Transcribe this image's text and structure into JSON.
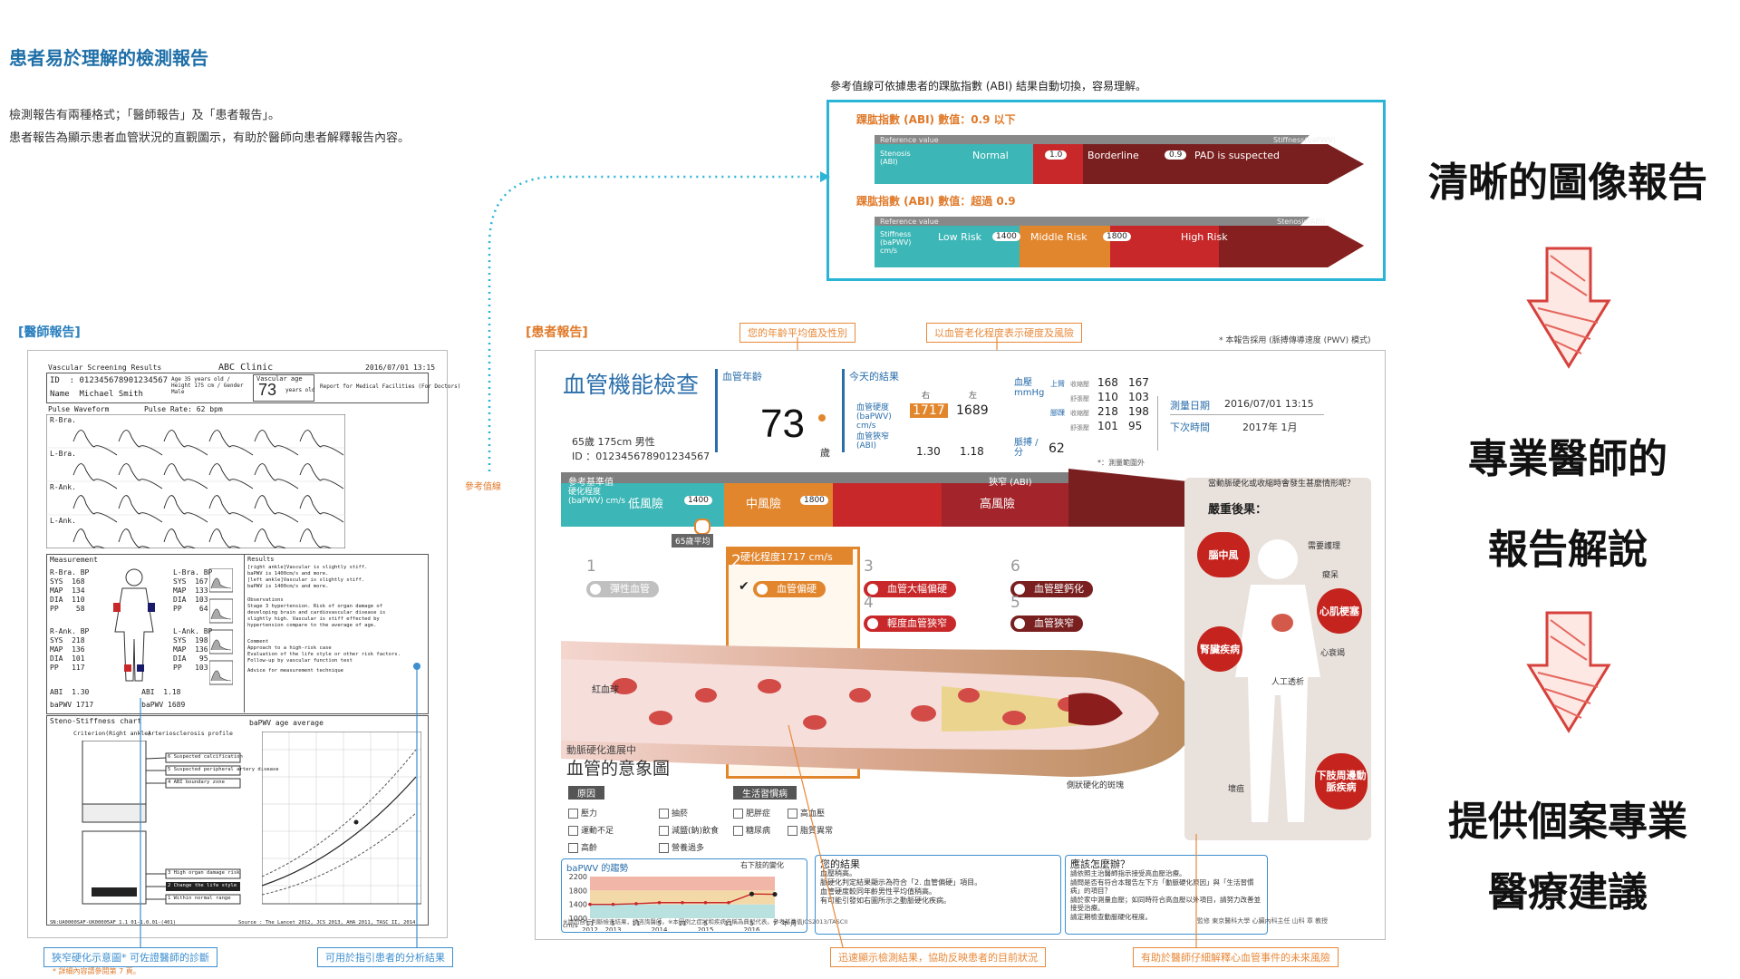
{
  "page": {
    "title": "患者易於理解的檢測報告",
    "intro_line1": "檢測報告有兩種格式；「醫師報告」及「患者報告」。",
    "intro_line2": "患者報告為顯示患者血管狀況的直觀圖示，有助於醫師向患者解釋報告內容。"
  },
  "abi_panel": {
    "caption": "參考值線可依據患者的踝肱指數 (ABI) 結果自動切換，容易理解。",
    "low_heading": "踝肱指數 (ABI) 數值：0.9 以下",
    "low_ref": "Reference value",
    "low_ref_right": "Stiffness(baPWV)",
    "low_metric": "Stenosis (ABI)",
    "low_zones": [
      "Normal",
      "Borderline",
      "PAD is suspected"
    ],
    "low_cuts": [
      "1.0",
      "0.9"
    ],
    "high_heading": "踝肱指數 (ABI) 數值：超過 0.9",
    "high_ref": "Reference value",
    "high_ref_right": "Stenosis(ABI)",
    "high_metric": "Stiffness (baPWV) cm/s",
    "high_zones": [
      "Low Risk",
      "Middle Risk",
      "High Risk"
    ],
    "high_cuts": [
      "1400",
      "1800"
    ]
  },
  "headlines": {
    "h1": "清晰的圖像報告",
    "h2a": "專業醫師的",
    "h2b": "報告解說",
    "h3a": "提供個案專業",
    "h3b": "醫療建議"
  },
  "labels": {
    "doctor_report": "[醫師報告]",
    "patient_report": "[患者報告]",
    "ref_line": "參考值線",
    "footnote_pwv": "* 本報告採用 (脈搏傳導速度 (PWV) 模式)",
    "small_note": "* 詳細內容請參閱第 7 頁。"
  },
  "callouts": {
    "age_avg": "您的年齡平均值及性別",
    "aging": "以血管老化程度表示硬度及風險",
    "quick": "迅速顯示檢測結果，協助反映患者的目前狀況",
    "future": "有助於醫師仔細解釋心血管事件的未來風險",
    "narrowing": "狹窄硬化示意圖* 可佐證醫師的診斷",
    "guide": "可用於指引患者的分析結果"
  },
  "doctor": {
    "header_left": "Vascular Screening Results",
    "clinic": "ABC Clinic",
    "datetime": "2016/07/01 13:15",
    "id_line": "ID  : 012345678901234567",
    "name_line": "Name  Michael Smith",
    "age_line": "Age 35 years old / Height 175 cm / Gender Male",
    "vascular_age_label": "Vascular age",
    "vascular_age": "73",
    "vascular_age_unit": "years old",
    "report_for": "Report for Medical Facilities (For Doctors)",
    "pulse_label": "Pulse Waveform        Pulse Rate: 62 bpm",
    "wave_labels": [
      "R-Bra.",
      "L-Bra.",
      "R-Ank.",
      "L-Ank."
    ],
    "measurement": "Measurement",
    "rbra": "R-Bra. BP\nSYS  168\nMAP  134\nDIA  110\nPP    58",
    "lbra": "L-Bra. BP\nSYS  167\nMAP  133\nDIA  103\nPP    64",
    "rank": "R-Ank. BP\nSYS  218\nMAP  136\nDIA  101\nPP   117",
    "lank": "L-Ank. BP\nSYS  198\nMAP  136\nDIA   95\nPP   103",
    "abi": "ABI  1.30            ABI  1.18",
    "pwv": "baPWV 1717           baPWV 1689",
    "results_title": "Results",
    "results_text": "[right ankle]Vascular is slightly stiff.\nbaPWV is 1400cm/s and more.\n[left ankle]Vascular is slightly stiff.\nbaPWV is 1400cm/s and more.",
    "observations": "Observations\nStage 3 hypertension. Risk of organ damage of\ndeveloping brain and cardiovascular disease is\nslightly high. Vascular is stiff effected by\nhypertension compare to the average of age.",
    "comment": "Comment\nApproach to a high-risk case\nEvaluation of the life style or other risk factors.\nFollow-up by vascular function test",
    "advice": "Advice for measurement technique",
    "steno_chart": "Steno-Stiffness chart",
    "criterion": "Criterion(Right ankle)",
    "profile": "Arteriosclerosis profile",
    "profile_items": [
      "6 Suspected calcification",
      "5 Suspected peripheral artery disease",
      "4 ABI boundary zone",
      "3 High organ damage risk",
      "2 Change the life style",
      "1 Within normal range"
    ],
    "pwv_age": "baPWV age average",
    "source": "Source : The Lancet 2012, JCS 2013, AHA 2011, TASC II, 2014"
  },
  "patient": {
    "title": "血管機能檢查",
    "demo": "65歲 175cm 男性",
    "id": "ID ：012345678901234567",
    "vascular_age_label": "血管年齡",
    "vascular_age": "73",
    "vascular_age_unit": "歲",
    "results_label": "今天的結果",
    "right": "右",
    "left": "左",
    "pwv_label": "血管硬度 (baPWV) cm/s",
    "pwv_right": "1717",
    "pwv_left": "1689",
    "abi_label": "血管狹窄 (ABI)",
    "abi_right": "1.30",
    "abi_left": "1.18",
    "bp_label": "血壓 mmHg",
    "bp_rows": [
      {
        "site": "上臂",
        "kind": "收縮壓",
        "r": "168",
        "l": "167"
      },
      {
        "site": "",
        "kind": "舒張壓",
        "r": "110",
        "l": "103"
      },
      {
        "site": "腳踝",
        "kind": "收縮壓",
        "r": "218",
        "l": "198"
      },
      {
        "site": "",
        "kind": "舒張壓",
        "r": "101",
        "l": "95"
      }
    ],
    "pulse_label": "脈搏 / 分",
    "pulse": "62",
    "measured_note": "*：測量範圍外",
    "date_label": "測量日期",
    "date": "2016/07/01 13:15",
    "next_label": "下次時間",
    "next": "2017年 1月",
    "ref_label": "參考基準值",
    "narrow_label": "狹窄 (ABI)",
    "hard_label": "硬化程度 (baPWV) cm/s",
    "risk_low": "低風險",
    "risk_mid": "中風險",
    "risk_high": "高風險",
    "cut1": "1400",
    "cut2": "1800",
    "avg65": "65歲平均",
    "stages": [
      {
        "num": "1",
        "label": "彈性血管"
      },
      {
        "num": "2",
        "label": "血管偏硬"
      },
      {
        "num": "3",
        "label": "血管大幅偏硬"
      },
      {
        "num": "4",
        "label": "輕度血管狹窄"
      },
      {
        "num": "5",
        "label": "血管狹窄"
      },
      {
        "num": "6",
        "label": "血管壁鈣化"
      }
    ],
    "stage2_head": "硬化程度1717 cm/s",
    "rbc": "紅血球",
    "image_caption1": "動脈硬化進展中",
    "image_caption2": "血管的意象圖",
    "plaque": "側狀硬化的斑塊",
    "cause_label": "原因",
    "causes": [
      "壓力",
      "抽菸",
      "運動不足",
      "減鹽(鈉)飲食",
      "高齡",
      "營養過多"
    ],
    "habit_label": "生活習慣病",
    "habits": [
      "肥胖症",
      "高血壓",
      "糖尿病",
      "脂質異常"
    ],
    "severe_q": "當動脈硬化或收縮時會發生甚麼情形呢？",
    "severe": "嚴重後果：",
    "organs": [
      "腦中風",
      "心肌梗塞",
      "腎臟疾病",
      "下肢周邊動脈疾病"
    ],
    "care_labels": [
      "需要護理",
      "癡呆",
      "心衰竭",
      "人工透析",
      "壞疽"
    ],
    "trend_title": "baPWV 的趨勢",
    "trend_right": "右下肢的變化",
    "your_results": "您的結果",
    "your_text": "血壓稍高。\n脈硬化判定結果顯示為符合「2. 血管偏硬」項目。\n血管硬度較同年齡男性平均值稍高。\n有可能引發如右圖所示之動脈硬化疾病。",
    "what_todo": "應該怎麼辦？",
    "todo_text": "請依照主治醫師指示接受高血壓治療。\n請問是否有符合本報告左下方「動脈硬化原因」與「生活習慣病」的項目？\n請於家中測量血壓；如同時符合高血壓以外項目，請努力改善並接受治療。\n請定期檢查動脈硬化程度。",
    "footer_left": "※請勿自行判斷檢查結果，請咨詢醫師。※本圖例之症狀和疾病名稱為典型代表。參考基準值JCS2013/TASCII",
    "footer_right": "監修 東京醫科大學 心臟內科主任 山科 章 教授"
  },
  "chart_data": {
    "type": "line",
    "title": "baPWV 的趨勢",
    "xlabel": "",
    "ylabel": "cm/s",
    "x": [
      "2012-11",
      "2013-05",
      "2013-11",
      "2014-05",
      "2014-11",
      "2015-05",
      "2015-11",
      "2016-05",
      "2016-07"
    ],
    "x_tick_labels": [
      "11\n2012",
      "5\n2013",
      "11",
      "5\n2014",
      "11",
      "5\n2015",
      "11",
      "5\n2016",
      "7"
    ],
    "series": [
      {
        "name": "",
        "values": [
          1400,
          1400,
          1420,
          1450,
          1450,
          1450,
          1450,
          1700,
          1690
        ]
      }
    ],
    "y_ticks": [
      1000,
      1400,
      1800,
      2200
    ],
    "ylim": [
      1000,
      2200
    ],
    "bands": [
      {
        "from": 1000,
        "to": 1400,
        "color": "#b8e1df"
      },
      {
        "from": 1400,
        "to": 1800,
        "color": "#f4d9a8"
      },
      {
        "from": 1800,
        "to": 2200,
        "color": "#f2b6a8"
      }
    ],
    "x_unit": "年 月",
    "grid": false
  },
  "colors": {
    "teal": "#3cb6b6",
    "orange": "#e2862d",
    "red": "#c8282a",
    "darkred": "#7a1f1f",
    "blue": "#2ab5d6",
    "accent_orange": "#e8893a"
  }
}
